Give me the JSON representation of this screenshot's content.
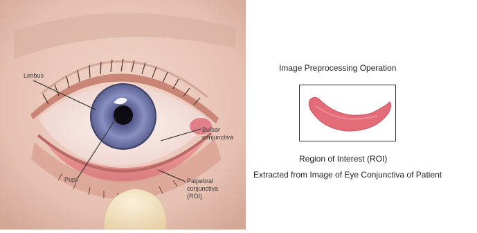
{
  "illustration": {
    "labels": {
      "limbus": "Limbus",
      "bulbar": "Bulbar\nconjunctiva",
      "pupil": "Pupil",
      "palpebral": "Palpebral\nconjunctiva\n(ROI)"
    },
    "colors": {
      "skin": "#e8c4b6",
      "iris": "#7f86b8",
      "conjunctiva": "#e77d86"
    }
  },
  "right_panel": {
    "heading": "Image Preprocessing Operation",
    "caption_line1": "Region of Interest (ROI)",
    "caption_line2": "Extracted from Image of Eye Conjunctiva of Patient",
    "roi_color": "#e46b78"
  }
}
